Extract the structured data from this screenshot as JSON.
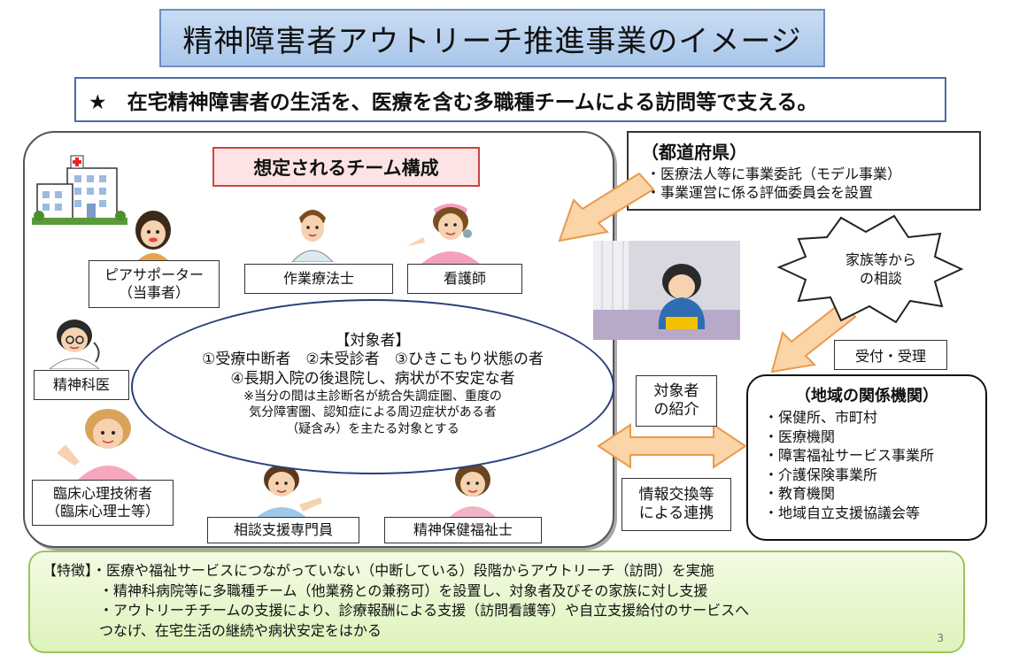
{
  "title": "精神障害者アウトリーチ推進事業のイメージ",
  "subtitle": "★　在宅精神障害者の生活を、医療を含む多職種チームによる訪問等で支える。",
  "team": {
    "heading": "想定されるチーム構成",
    "roles": {
      "peer_supporter": [
        "ピアサポーター",
        "（当事者）"
      ],
      "occupational_therapist": "作業療法士",
      "nurse": "看護師",
      "psychiatrist": "精神科医",
      "clinical_psychologist": [
        "臨床心理技術者",
        "（臨床心理士等）"
      ],
      "consultation_specialist": "相談支援専門員",
      "mental_health_social_worker": "精神保健福祉士"
    }
  },
  "targets": {
    "title": "【対象者】",
    "lines": [
      "①受療中断者　②未受診者　③ひきこもり状態の者",
      "④長期入院の後退院し、病状が不安定な者"
    ],
    "note": [
      "※当分の間は主診断名が統合失調症圏、重度の",
      "気分障害圏、認知症による周辺症状がある者",
      "（疑含み）を主たる対象とする"
    ]
  },
  "prefecture": {
    "title": "（都道府県）",
    "items": [
      "・医療法人等に事業委託（モデル事業）",
      "・事業運営に係る評価委員会を設置"
    ]
  },
  "family_consult": [
    "家族等から",
    "の相談"
  ],
  "reception_label": "受付・受理",
  "referral_label": [
    "対象者",
    "の紹介"
  ],
  "info_exchange_label": [
    "情報交換等",
    "による連携"
  ],
  "regional": {
    "title": "（地域の関係機関）",
    "items": [
      "・保健所、市町村",
      "・医療機関",
      "・障害福祉サービス事業所",
      "・介護保険事業所",
      "・教育機関",
      "・地域自立支援協議会等"
    ]
  },
  "features": {
    "lines": [
      "【特徴】・医療や福祉サービスにつながっていない（中断している）段階からアウトリーチ（訪問）を実施",
      "　　　　・精神科病院等に多職種チーム（他業務との兼務可）を設置し、対象者及びその家族に対し支援",
      "　　　　・アウトリーチチームの支援により、診療報酬による支援（訪問看護等）や自立支援給付のサービスへ",
      "　　　　つなげ、在宅生活の継続や病状安定をはかる"
    ]
  },
  "page_number": "3",
  "colors": {
    "title_bg": "#b5d0ee",
    "team_heading_bg": "#fde3e3",
    "arrow_fill": "#fbd4a8",
    "arrow_stroke": "#e89b4d",
    "features_bg": "#e4f5c8"
  }
}
